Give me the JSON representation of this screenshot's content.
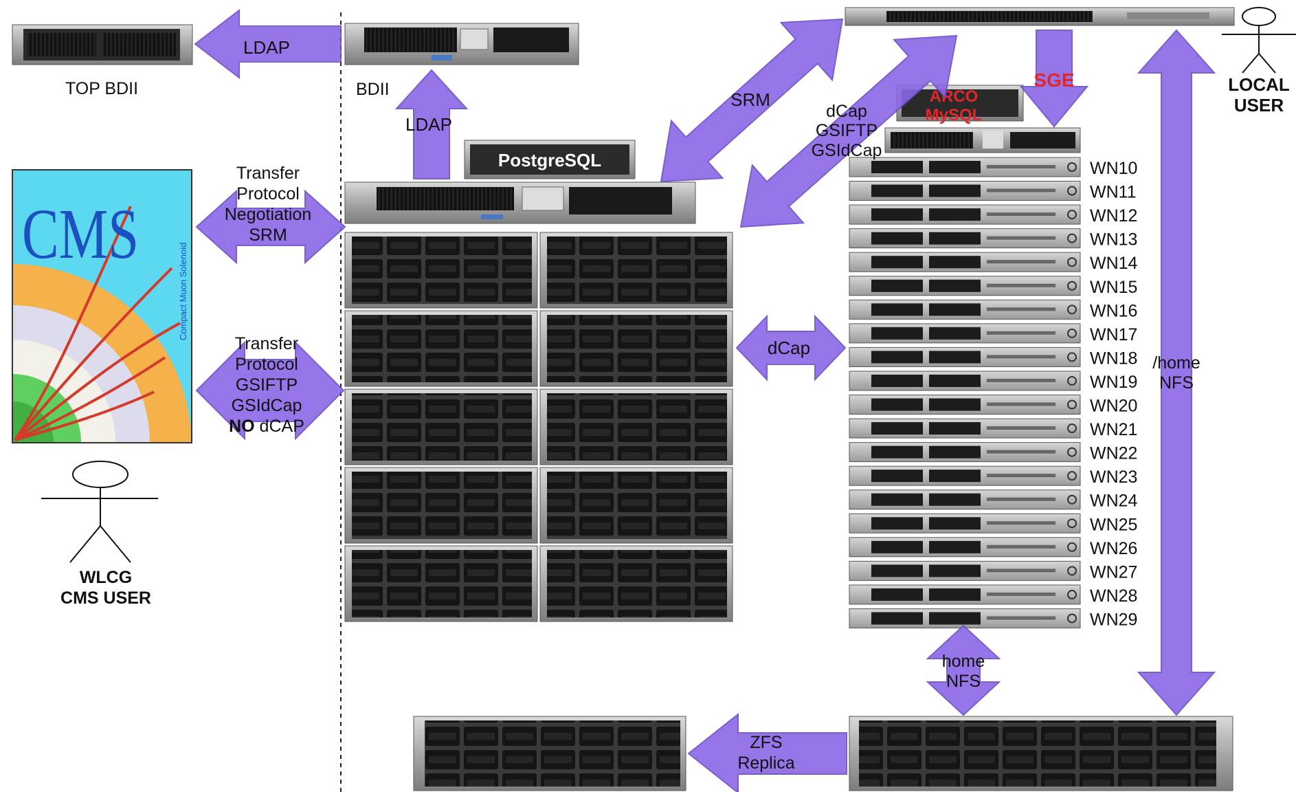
{
  "nodes": {
    "top_bdii": "TOP BDII",
    "bdii": "BDII",
    "postgresql": "PostgreSQL",
    "arco_mysql": [
      "ARCO",
      "MySQL"
    ],
    "sge": "SGE"
  },
  "actors": {
    "wlcg_user": [
      "WLCG",
      "CMS USER"
    ],
    "local_user": [
      "LOCAL",
      "USER"
    ]
  },
  "logo": {
    "text": "CMS",
    "vertical_text": "Compact Muon Solenoid"
  },
  "worker_nodes": [
    "WN10",
    "WN11",
    "WN12",
    "WN13",
    "WN14",
    "WN15",
    "WN16",
    "WN17",
    "WN18",
    "WN19",
    "WN20",
    "WN21",
    "WN22",
    "WN23",
    "WN24",
    "WN25",
    "WN26",
    "WN27",
    "WN28",
    "WN29"
  ],
  "connections": {
    "ldap_top": "LDAP",
    "ldap_up": "LDAP",
    "srm_neg": [
      "Transfer",
      "Protocol",
      "Negotiation",
      "SRM"
    ],
    "transfer": [
      "Transfer",
      "Protocol",
      "GSIFTP",
      "GSIdCap"
    ],
    "no_dcap": [
      "NO",
      " dCAP"
    ],
    "srm": "SRM",
    "dcap_gsiftp": [
      "dCap",
      "GSIFTP",
      "GSIdCap"
    ],
    "dcap": "dCap",
    "home_nfs_right": [
      "/home",
      "NFS"
    ],
    "home_nfs_bottom": [
      "home",
      "NFS"
    ],
    "zfs": [
      "ZFS",
      "Replica"
    ]
  },
  "colors": {
    "arrow_fill": "#8a67e6",
    "arrow_stroke": "#6a4fc8",
    "server_dark": "#1e1e1e",
    "server_chassis": "#c4c4c4",
    "highlight_red": "#e0282c",
    "logo_cyan": "#5cd8f0",
    "logo_orange": "#f5b24a",
    "logo_blue": "#1c4fc0",
    "logo_green": "#40d050"
  }
}
